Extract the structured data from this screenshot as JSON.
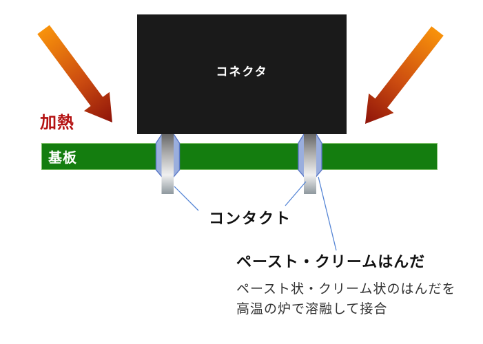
{
  "diagram": {
    "title_meaning": "reflow-soldering-diagram",
    "connector_label": "コネクタ",
    "board_label": "基板",
    "heat_label": "加熱",
    "contact_label": "コンタクト",
    "solder_title": "ペースト・クリームはんだ",
    "solder_desc_line1": "ペースト状・クリーム状のはんだを",
    "solder_desc_line2": "高温の炉で溶融して接合"
  },
  "colors": {
    "connector_fill": "#1a1a1a",
    "board_fill": "#147d0f",
    "board_border": "#79be63",
    "heat_label_color": "#b41111",
    "arrow_gradient_start": "#f8920b",
    "arrow_gradient_mid": "#cc4c10",
    "arrow_gradient_end": "#8e1309",
    "solder_fill": "#9aaedd",
    "solder_stroke": "#5b79c7",
    "pin_gray_dark": "#666666",
    "pin_gray_light": "#f0f0f0",
    "pin_gray_bottom": "#8e989e",
    "leader_line": "#5585d5",
    "text_dark": "#111111",
    "text_body": "#333333"
  },
  "icons": {
    "heat_arrow_left": "block arrow pointing down-right, orange to dark red gradient",
    "heat_arrow_right": "block arrow pointing down-left, orange to dark red gradient"
  }
}
